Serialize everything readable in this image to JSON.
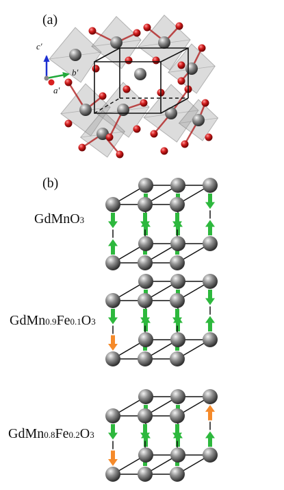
{
  "panels": {
    "a": {
      "label": "(a)"
    },
    "b": {
      "label": "(b)"
    }
  },
  "axes": {
    "c": "c′",
    "b": "b′",
    "a": "a′",
    "colors": {
      "c": "#1c2fd1",
      "b": "#22a83a",
      "a": "#d92020"
    }
  },
  "compounds": [
    {
      "id": "gdmno3",
      "parts": [
        {
          "t": "GdMnO"
        },
        {
          "s": "3"
        }
      ],
      "flipped": []
    },
    {
      "id": "fe01",
      "parts": [
        {
          "t": "GdMn"
        },
        {
          "s": "0.9"
        },
        {
          "t": "Fe"
        },
        {
          "s": "0.1"
        },
        {
          "t": "O"
        },
        {
          "s": "3"
        }
      ],
      "flipped": [
        "front-left-lower"
      ]
    },
    {
      "id": "fe02",
      "parts": [
        {
          "t": "GdMn"
        },
        {
          "s": "0.8"
        },
        {
          "t": "Fe"
        },
        {
          "s": "0.2"
        },
        {
          "t": "O"
        },
        {
          "s": "3"
        }
      ],
      "flipped": [
        "front-left-lower",
        "back-right-upper"
      ]
    }
  ],
  "colors": {
    "spin_normal": "#2db83d",
    "spin_flipped": "#f58a2a",
    "atom_oxygen": "#cc1a1a",
    "atom_metal": "#7a7a7a",
    "octahedron": "#9a9a9a",
    "edge": "#111111"
  }
}
